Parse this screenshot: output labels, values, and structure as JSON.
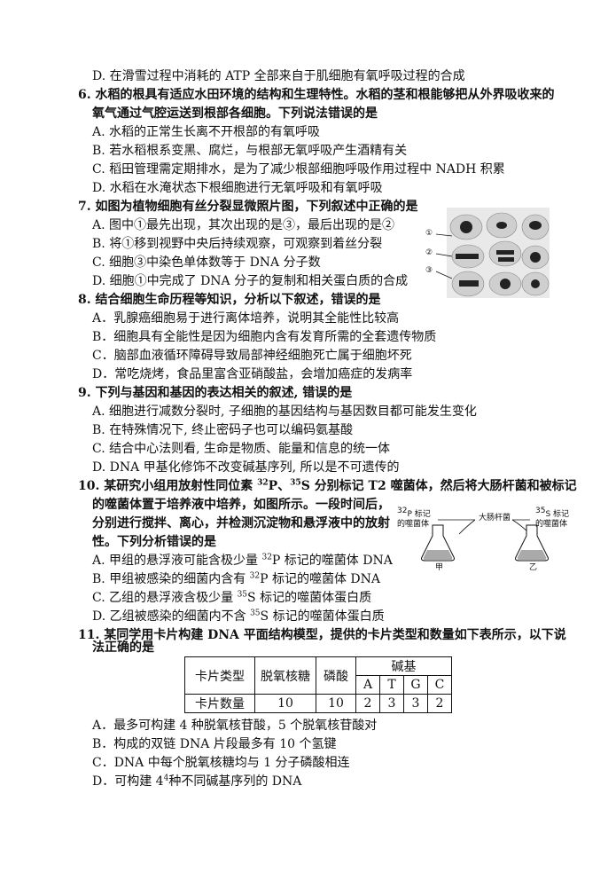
{
  "lines": {
    "q5d": "D. 在滑雪过程中消耗的 ATP 全部来自于肌细胞有氧呼吸过程的合成",
    "q6": "6. 水稻的根具有适应水田环境的结构和生理特性。水稻的茎和根能够把从外界吸收来的",
    "q6b": "氧气通过气腔运送到根部各细胞。下列说法错误的是",
    "q6a": "A. 水稻的正常生长离不开根部的有氧呼吸",
    "q6bo": "B. 若水稻根系变黑、腐烂，与根部无氧呼吸产生酒精有关",
    "q6c": "C. 稻田管理需定期排水，是为了减少根部细胞呼吸作用过程中 NADH 积累",
    "q6d": "D. 水稻在水淹状态下根细胞进行无氧呼吸和有氧呼吸",
    "q7": "7. 如图为植物细胞有丝分裂显微照片图，下列叙述中正确的是",
    "q7a": "A. 图中①最先出现，其次出现的是③，最后出现的是②",
    "q7b": "B. 将①移到视野中央后持续观察，可观察到着丝分裂",
    "q7c": "C. 细胞③中染色单体数等于 DNA 分子数",
    "q7d": "D. 细胞①中完成了 DNA 分子的复制和相关蛋白质的合成",
    "q8": "8.  结合细胞生命历程等知识，分析以下叙述，错误的是",
    "q8a": "A．乳腺癌细胞易于进行离体培养，说明其全能性比较高",
    "q8b": "B．细胞具有全能性是因为细胞内含有发育所需的全套遗传物质",
    "q8c": "C．脑部血液循环障碍导致局部神经细胞死亡属于细胞坏死",
    "q8d": "D．常吃烧烤，食品里富含亚硝酸盐，会增加癌症的发病率",
    "q9": "9. 下列与基因和基因的表达相关的叙述, 错误的是",
    "q9a": "A. 细胞进行减数分裂时, 子细胞的基因结构与基因数目都可能发生变化",
    "q9b": "B. 在特殊情况下, 终止密码子也可以编码氨基酸",
    "q9c": "C. 结合中心法则看, 生命是物质、能量和信息的统一体",
    "q9d": "D.   DNA 甲基化修饰不改变碱基序列, 所以是不可遗传的",
    "q10_pre": "10. 某研究小组用放射性同位素 ",
    "q10_sup1": "32",
    "q10_mid1": "P、",
    "q10_sup2": "35",
    "q10_mid2": "S 分别标记 T2 噬菌体，然后将大肠杆菌和被标记",
    "q10b": "的噬菌体置于培养液中培养，如图所示。一段时间后，",
    "q10c": "分别进行搅拌、离心，并检测沉淀物和悬浮液中的放射",
    "q10d": "性。下列分析错误的是",
    "q10a_1": "A. 甲组的悬浮液可能含极少量 ",
    "q10a_sup": "32",
    "q10a_2": "P 标记的噬菌体 DNA",
    "q10b_1": "B. 甲组被感染的细菌内含有 ",
    "q10b_sup": "32",
    "q10b_2": "P 标记的噬菌体 DNA",
    "q10c_1": "C. 乙组的悬浮液含极少量 ",
    "q10c_sup": "35",
    "q10c_2": "S 标记的噬菌体蛋白质",
    "q10d_1": "D. 乙组被感染的细菌内不含 ",
    "q10d_sup": "35",
    "q10d_2": "S 标记的噬菌体蛋白质",
    "q11": "11. 某同学用卡片构建 DNA 平面结构模型，提供的卡片类型和数量如下表所示，以下说",
    "q11b": "法正确的是",
    "q11a": "A．最多可构建 4 种脱氧核苷酸，5 个脱氧核苷酸对",
    "q11bo": "B．构成的双链 DNA 片段最多有 10 个氢键",
    "q11c": "C．DNA 中每个脱氧核糖均与 1 分子磷酸相连",
    "q11d_1": "D．可构建 4",
    "q11d_sup": "4",
    "q11d_2": "种不同碱基序列的 DNA"
  },
  "fig7": {
    "labels": [
      "①",
      "②",
      "③"
    ]
  },
  "fig10": {
    "left_label_sup": "32",
    "left_label": "P 标记",
    "left_label2": "的噬菌体",
    "center_label": "大肠杆菌",
    "right_label_sup": "35",
    "right_label": "S 标记",
    "right_label2": "的噬菌体",
    "flask_left": "甲",
    "flask_right": "乙"
  },
  "table": {
    "col_type": "卡片类型",
    "col_sugar": "脱氧核糖",
    "col_phosphate": "磷酸",
    "col_base": "碱基",
    "bases": [
      "A",
      "T",
      "G",
      "C"
    ],
    "row_label": "卡片数量",
    "sugar": "10",
    "phosphate": "10",
    "counts": [
      "2",
      "3",
      "3",
      "2"
    ]
  }
}
